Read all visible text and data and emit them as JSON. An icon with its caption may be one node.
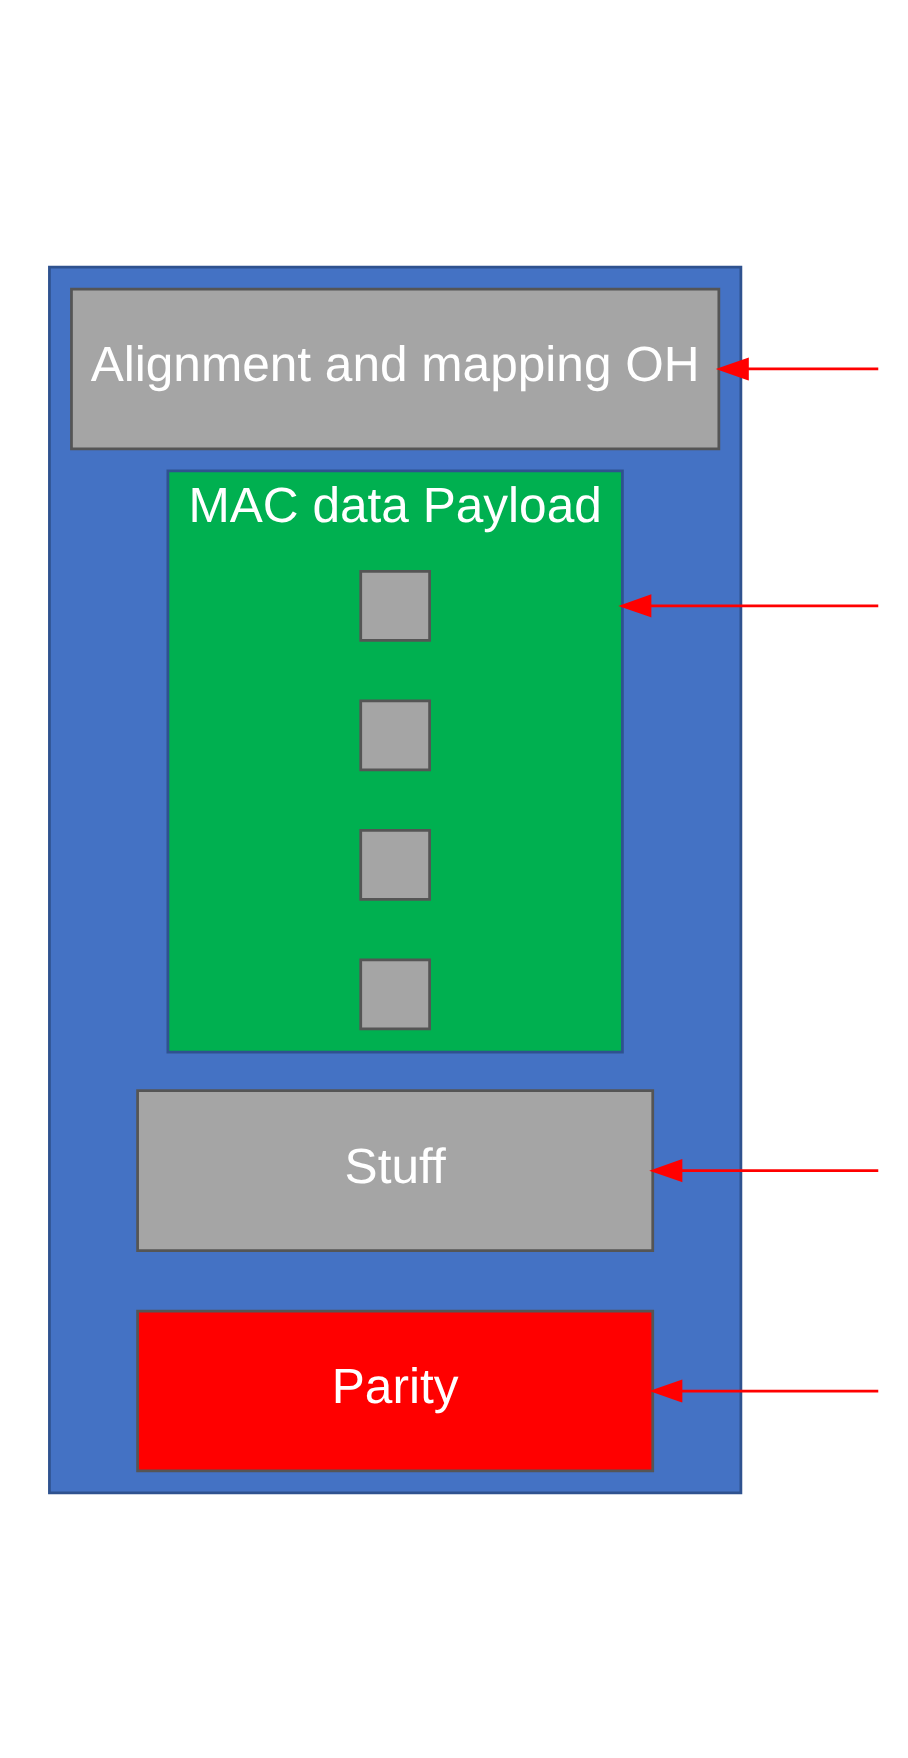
{
  "diagram": {
    "nodes": [
      {
        "text": [],
        "shape": "box"
      },
      {
        "text": [
          "Alignment and mapping OH"
        ],
        "in": 0
      },
      {
        "text": [
          "MAC data Payload"
        ],
        "in": 0
      },
      {
        "text": [],
        "shape": "box",
        "in": 2
      },
      {
        "text": [],
        "shape": "box",
        "in": 2
      },
      {
        "text": [],
        "shape": "box",
        "in": 2
      },
      {
        "text": [],
        "shape": "box",
        "in": 2
      },
      {
        "text": [
          "Stuff"
        ],
        "in": 0
      },
      {
        "text": [
          "Parity"
        ],
        "in": 0
      }
    ],
    "edges": [
      {
        "from": null,
        "to": 1,
        "arrow": "to",
        "color": "#ff0000"
      },
      {
        "from": null,
        "to": 2,
        "arrow": "to",
        "color": "#ff0000"
      },
      {
        "from": null,
        "to": 7,
        "arrow": "to",
        "color": "#ff0000"
      },
      {
        "from": null,
        "to": 8,
        "arrow": "to",
        "color": "#ff0000"
      }
    ]
  }
}
